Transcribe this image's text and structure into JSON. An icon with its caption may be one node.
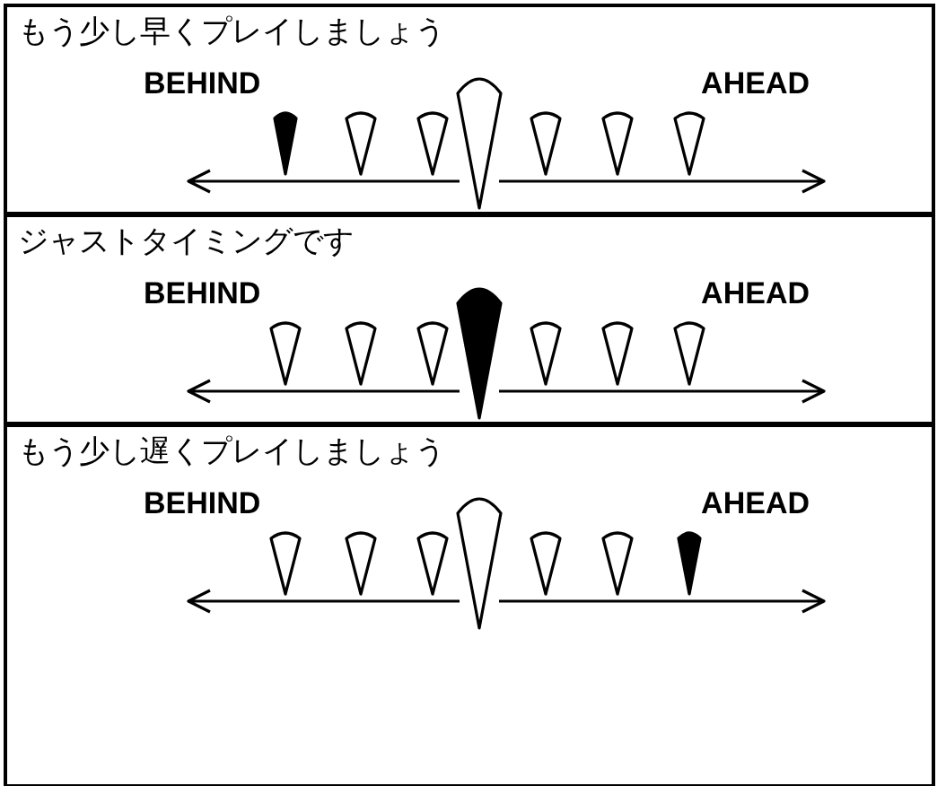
{
  "diagram": {
    "nodes": [
      {
        "text": [
          "もう少し早くプレイしましょう"
        ]
      },
      {
        "text": [
          "ジャストタイミングです"
        ]
      },
      {
        "text": [
          "もう少し遅くプレイしましょう"
        ]
      }
    ],
    "labels": [
      "BEHIND",
      "AHEAD",
      "BEHIND",
      "AHEAD",
      "BEHIND",
      "AHEAD"
    ]
  }
}
